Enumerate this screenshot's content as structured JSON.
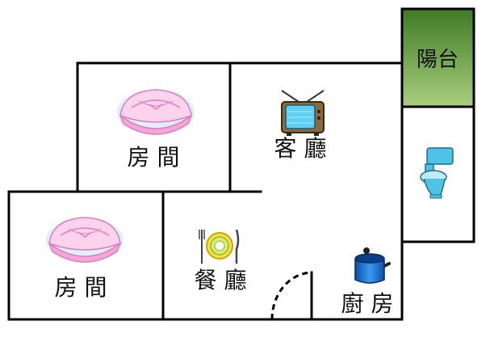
{
  "rooms": {
    "bedroom_top": {
      "label": "房 間",
      "icon": "cradle-icon"
    },
    "bedroom_bottom": {
      "label": "房 間",
      "icon": "cradle-icon"
    },
    "living_room": {
      "label": "客 廳",
      "icon": "tv-icon"
    },
    "dining_room": {
      "label": "餐 廳",
      "icon": "plate-cutlery-icon"
    },
    "kitchen": {
      "label": "廚 房",
      "icon": "cooking-pot-icon"
    },
    "balcony": {
      "label": "陽台",
      "color": "#5e9a36"
    },
    "bathroom": {
      "icon": "toilet-icon"
    }
  },
  "colors": {
    "wall": "#000000",
    "balcony_dark": "#3f7a24",
    "balcony_light": "#a9cf7e",
    "cradle_pink": "#f4a7d6",
    "toilet_blue": "#4fc3e6",
    "pot_blue": "#1e73d8"
  }
}
